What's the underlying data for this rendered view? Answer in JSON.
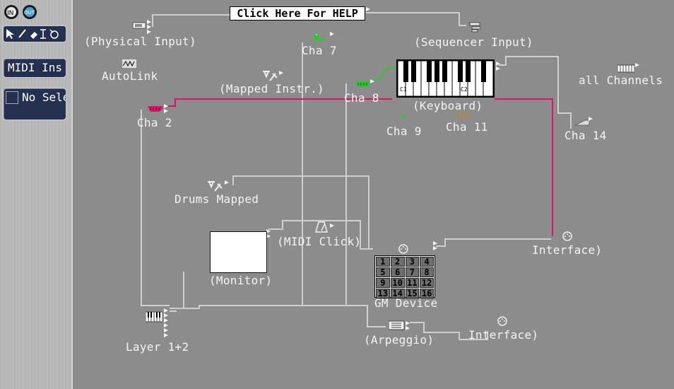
{
  "toolbar": {
    "midi_ins_label": "MIDI Ins",
    "no_selection_label": "No Sele"
  },
  "help": {
    "label": "Click Here For HELP"
  },
  "objects": {
    "physical_input": "(Physical Input)",
    "autolink": "AutoLink",
    "cha_7": "Cha  7",
    "sequencer_input": "(Sequencer Input)",
    "mapped_instr": "(Mapped Instr.)",
    "cha_8": "Cha  8",
    "keyboard": "(Keyboard)",
    "keyboard_c1": "C1",
    "keyboard_c2": "C2",
    "all_channels": "all Channels",
    "cha_2": "Cha  2",
    "cha_9": "Cha  9",
    "cha_11": "Cha 11",
    "cha_14": "Cha 14",
    "drums_mapped": "Drums Mapped",
    "midi_click": "(MIDI Click)",
    "monitor": "(Monitor)",
    "interface_1": "Interface)",
    "gm_device": "GM Device",
    "layer": "Layer 1+2",
    "arpeggio": "(Arpeggio)",
    "interface_2": "Interface)"
  },
  "gm_channels": [
    "1",
    "2",
    "3",
    "4",
    "5",
    "6",
    "7",
    "8",
    "9",
    "10",
    "11",
    "12",
    "13",
    "14",
    "15",
    "16"
  ],
  "colors": {
    "wire": "#cfcfcf",
    "active_wire": "#e0116a",
    "green_instrument": "#2ec62e",
    "magenta_instrument": "#e0116a"
  }
}
